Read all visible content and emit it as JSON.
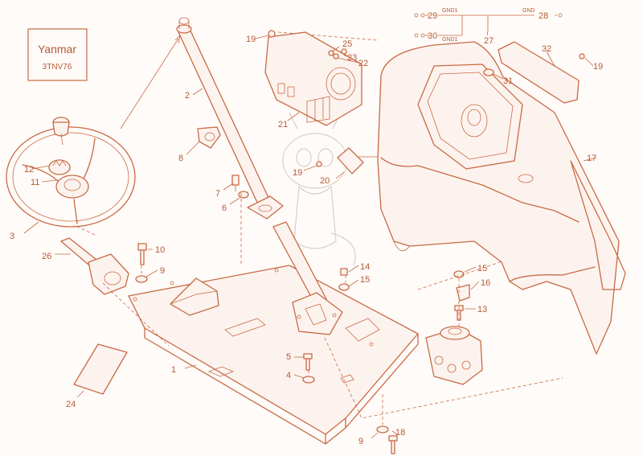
{
  "label_box": {
    "brand": "Yanmar",
    "model": "3TNV76"
  },
  "wiring": {
    "gnd_top_left": "GND1",
    "gnd_top_right": "GND",
    "gnd_bottom": "GND1"
  },
  "callouts": [
    {
      "id": "c1",
      "text": "1"
    },
    {
      "id": "c2",
      "text": "2"
    },
    {
      "id": "c3",
      "text": "3"
    },
    {
      "id": "c4",
      "text": "4"
    },
    {
      "id": "c5",
      "text": "5"
    },
    {
      "id": "c6",
      "text": "6"
    },
    {
      "id": "c7",
      "text": "7"
    },
    {
      "id": "c8",
      "text": "8"
    },
    {
      "id": "c9a",
      "text": "9"
    },
    {
      "id": "c9b",
      "text": "9"
    },
    {
      "id": "c10",
      "text": "10"
    },
    {
      "id": "c11",
      "text": "11"
    },
    {
      "id": "c12",
      "text": "12"
    },
    {
      "id": "c13",
      "text": "13"
    },
    {
      "id": "c14",
      "text": "14"
    },
    {
      "id": "c15a",
      "text": "15"
    },
    {
      "id": "c15b",
      "text": "15"
    },
    {
      "id": "c16",
      "text": "16"
    },
    {
      "id": "c17",
      "text": "17"
    },
    {
      "id": "c18",
      "text": "18"
    },
    {
      "id": "c19a",
      "text": "19"
    },
    {
      "id": "c19b",
      "text": "19"
    },
    {
      "id": "c19c",
      "text": "19"
    },
    {
      "id": "c20",
      "text": "20"
    },
    {
      "id": "c21",
      "text": "21"
    },
    {
      "id": "c22",
      "text": "22"
    },
    {
      "id": "c23",
      "text": "23"
    },
    {
      "id": "c24",
      "text": "24"
    },
    {
      "id": "c25",
      "text": "25"
    },
    {
      "id": "c26",
      "text": "26"
    },
    {
      "id": "c27",
      "text": "27"
    },
    {
      "id": "c28",
      "text": "28"
    },
    {
      "id": "c29",
      "text": "29"
    },
    {
      "id": "c30",
      "text": "30"
    },
    {
      "id": "c31",
      "text": "31"
    },
    {
      "id": "c32",
      "text": "32"
    }
  ]
}
